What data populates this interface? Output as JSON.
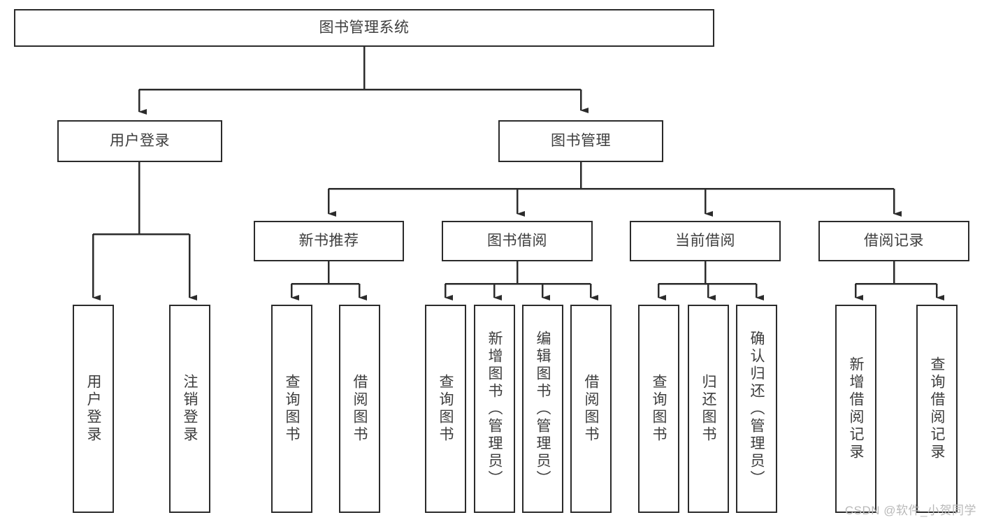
{
  "diagram": {
    "title": "图书管理系统",
    "watermark": "CSDN @软件_小贺同学",
    "root": {
      "id": "root",
      "label": "图书管理系统"
    },
    "level2": [
      {
        "id": "user-login",
        "label": "用户登录"
      },
      {
        "id": "book-management",
        "label": "图书管理"
      }
    ],
    "level3": [
      {
        "id": "new-book-recommend",
        "label": "新书推荐"
      },
      {
        "id": "book-borrow",
        "label": "图书借阅"
      },
      {
        "id": "current-borrow",
        "label": "当前借阅"
      },
      {
        "id": "borrow-record",
        "label": "借阅记录"
      }
    ],
    "leaves": [
      {
        "id": "leaf-user-login",
        "label": "用户登录",
        "parent": "user-login"
      },
      {
        "id": "leaf-logout-login",
        "label": "注销登录",
        "parent": "user-login"
      },
      {
        "id": "leaf-query-book-1",
        "label": "查询图书",
        "parent": "new-book-recommend"
      },
      {
        "id": "leaf-borrow-book-1",
        "label": "借阅图书",
        "parent": "new-book-recommend"
      },
      {
        "id": "leaf-query-book-2",
        "label": "查询图书",
        "parent": "book-borrow"
      },
      {
        "id": "leaf-add-book",
        "label": "新增图书（管理员）",
        "parent": "book-borrow"
      },
      {
        "id": "leaf-edit-book",
        "label": "编辑图书（管理员）",
        "parent": "book-borrow"
      },
      {
        "id": "leaf-borrow-book-2",
        "label": "借阅图书",
        "parent": "book-borrow"
      },
      {
        "id": "leaf-query-book-3",
        "label": "查询图书",
        "parent": "current-borrow"
      },
      {
        "id": "leaf-return-book",
        "label": "归还图书",
        "parent": "current-borrow"
      },
      {
        "id": "leaf-confirm-return",
        "label": "确认归还（管理员）",
        "parent": "current-borrow"
      },
      {
        "id": "leaf-add-record",
        "label": "新增借阅记录",
        "parent": "borrow-record"
      },
      {
        "id": "leaf-query-record",
        "label": "查询借阅记录",
        "parent": "borrow-record"
      }
    ],
    "colors": {
      "stroke": "#2b2b2b",
      "text": "#3d3d3d",
      "background": "#ffffff",
      "watermark": "#b9b9b9"
    }
  }
}
